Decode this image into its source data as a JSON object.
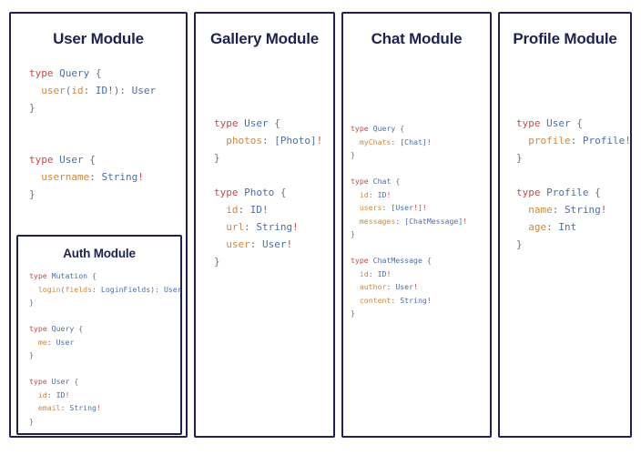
{
  "canvas": {
    "background": "#ffffff",
    "card_border_color": "#1f2150",
    "title_color": "#1f2150"
  },
  "syntax_colors": {
    "keyword": "#c14c4c",
    "type_name": "#4a6fa8",
    "field_name": "#d0883f",
    "punctuation": "#6c7280",
    "non_null": "#c14c4c"
  },
  "modules": [
    {
      "id": "user",
      "title": "User Module",
      "code": "type Query {\n  user(id: ID!): User\n}\n\n\ntype User {\n  username: String!\n}",
      "nested": {
        "id": "auth",
        "title": "Auth Module",
        "code": "type Mutation {\n  login(fields: LoginFields): User\n}\n\ntype Query {\n  me: User\n}\n\ntype User {\n  id: ID!\n  email: String!\n}"
      }
    },
    {
      "id": "gallery",
      "title": "Gallery Module",
      "code": "type User {\n  photos: [Photo]!\n}\n\ntype Photo {\n  id: ID!\n  url: String!\n  user: User!\n}"
    },
    {
      "id": "chat",
      "title": "Chat Module",
      "code": "type Query {\n  myChats: [Chat]!\n}\n\ntype Chat {\n  id: ID!\n  users: [User!]!\n  messages: [ChatMessage]!\n}\n\ntype ChatMessage {\n  id: ID!\n  author: User!\n  content: String!\n}"
    },
    {
      "id": "profile",
      "title": "Profile Module",
      "code": "type User {\n  profile: Profile!\n}\n\ntype Profile {\n  name: String!\n  age: Int\n}"
    }
  ]
}
